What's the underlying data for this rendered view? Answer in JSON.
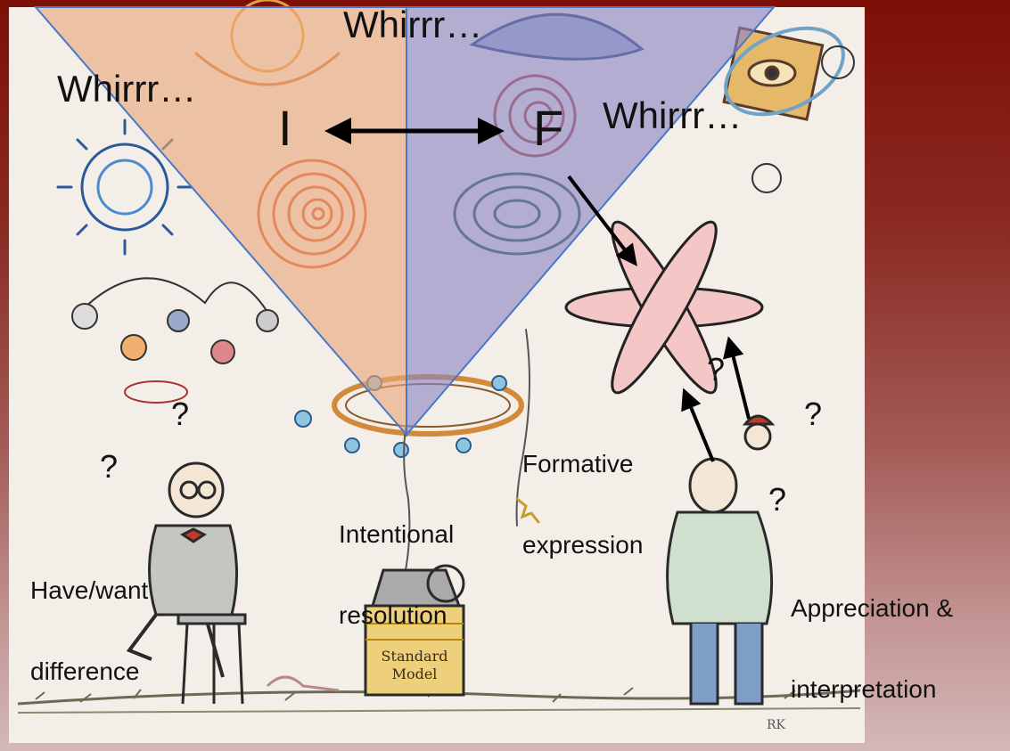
{
  "annotations": {
    "whirr_top": "Whirrr…",
    "whirr_left": "Whirrr…",
    "whirr_right": "Whirrr…",
    "letter_i": "I",
    "letter_f": "F",
    "q1": "?",
    "q2": "?",
    "q3": "?",
    "q4": "?",
    "q5": "?",
    "have_want_line1": "Have/want",
    "have_want_line2": "difference",
    "intentional_line1": "Intentional",
    "intentional_line2": "resolution",
    "formative_line1": "Formative",
    "formative_line2": "expression",
    "appreciation_line1": "Appreciation &",
    "appreciation_line2": "interpretation"
  },
  "illustration": {
    "machine_sign_line1": "Standard",
    "machine_sign_line2": "Model",
    "signature": "RK"
  },
  "colors": {
    "left_triangle": "#e8a77a",
    "right_triangle": "#8a84c4",
    "triangle_edge": "#4a78c8",
    "arrow": "#000000",
    "background_top": "#7d0f06",
    "paper": "#f3efe8"
  }
}
